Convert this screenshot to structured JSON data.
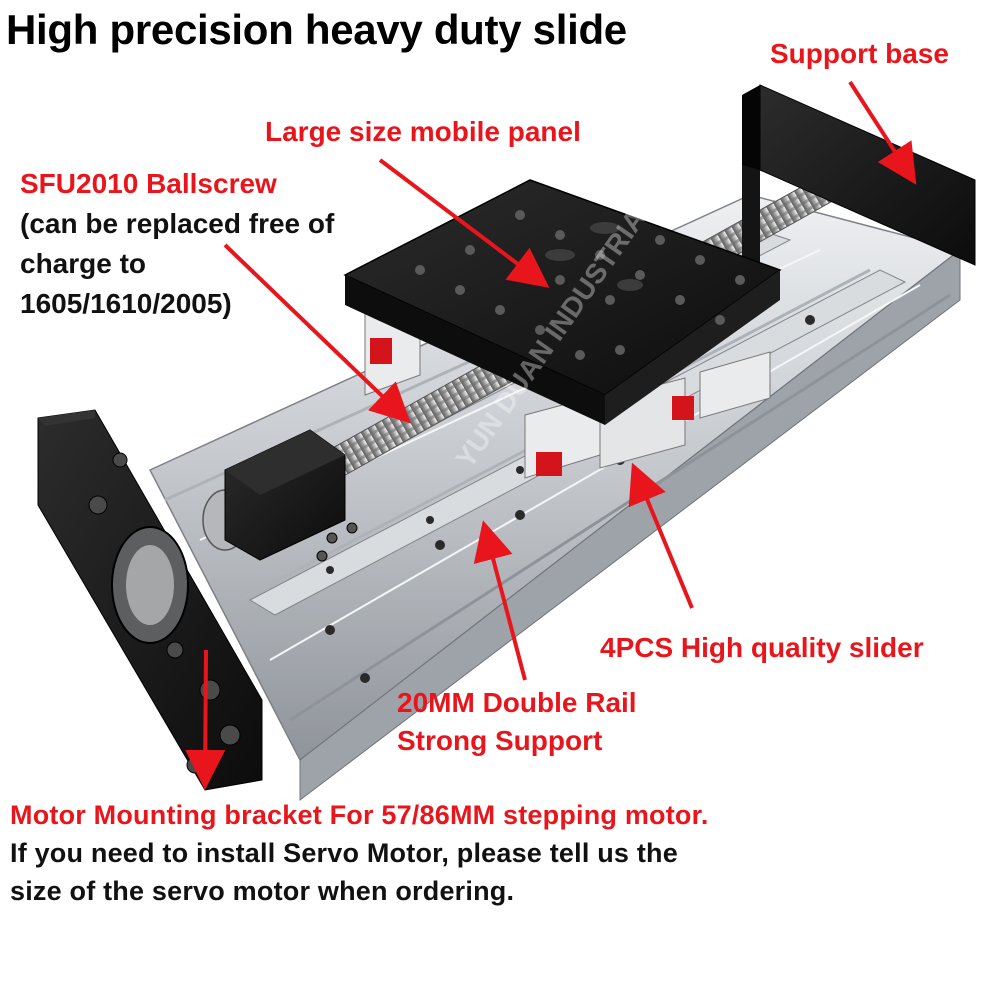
{
  "title": "High precision heavy duty slide",
  "labels": {
    "support_base": "Support base",
    "mobile_panel": "Large size mobile panel",
    "ballscrew": {
      "name": "SFU2010 Ballscrew",
      "line2": "(can be replaced free of",
      "line3": "charge to",
      "line4": "1605/1610/2005)"
    },
    "slider": "4PCS High quality slider",
    "rail": {
      "line1": "20MM Double Rail",
      "line2": "Strong Support"
    },
    "motor": {
      "line1": "Motor Mounting bracket For 57/86MM stepping motor.",
      "line2": "If you need to install Servo Motor, please tell us the",
      "line3": "size of the servo motor when ordering."
    }
  },
  "watermark": "YUN DUAN INDUSTRIAL STORE",
  "colors": {
    "label_red": "#e8161c",
    "text_black": "#111111",
    "anodized_black": "#1b1b1b",
    "aluminum": "#c9ccd0",
    "block_red": "#d3141b"
  }
}
